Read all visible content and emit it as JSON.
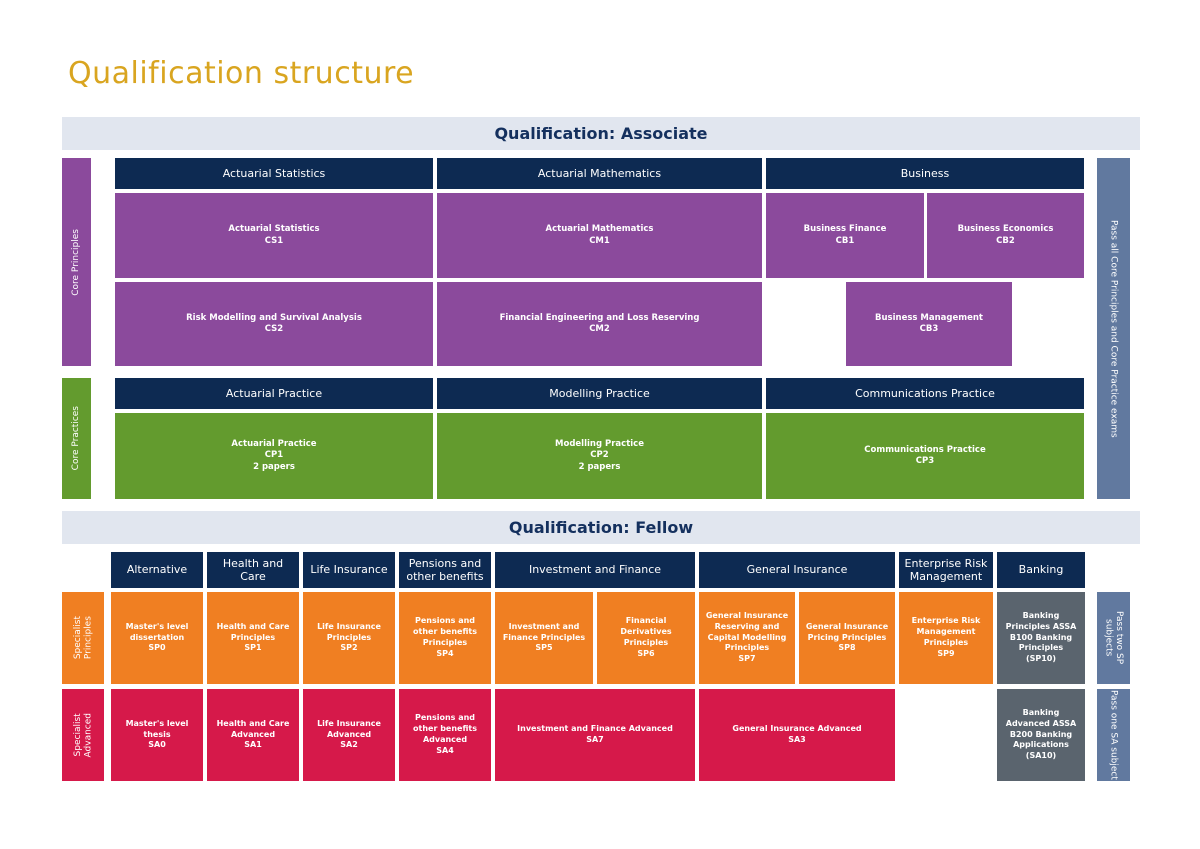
{
  "page": {
    "title": "Qualification structure",
    "title_color": "#D9A520"
  },
  "colors": {
    "header_band": "#E1E6EF",
    "navy": "#0D2A52",
    "purple": "#8B4A9C",
    "green": "#639B2E",
    "orange": "#F07F22",
    "red": "#D6194A",
    "grey": "#5A646E",
    "slate": "#61799F"
  },
  "associate": {
    "band_title": "Qualification: Associate",
    "side_label_core_principles": "Core Principles",
    "side_label_core_practices": "Core Practices",
    "right_bar_label": "Pass all Core Principles and Core Practice exams",
    "core_principles_headers": [
      "Actuarial Statistics",
      "Actuarial Mathematics",
      "Business"
    ],
    "core_principles_cells": [
      {
        "name": "Actuarial Statistics",
        "code": "CS1"
      },
      {
        "name": "Risk Modelling and Survival Analysis",
        "code": "CS2"
      },
      {
        "name": "Actuarial Mathematics",
        "code": "CM1"
      },
      {
        "name": "Financial Engineering and Loss Reserving",
        "code": "CM2"
      },
      {
        "name": "Business Finance",
        "code": "CB1"
      },
      {
        "name": "Business Economics",
        "code": "CB2"
      },
      {
        "name": "Business Management",
        "code": "CB3"
      }
    ],
    "core_practices_headers": [
      "Actuarial Practice",
      "Modelling Practice",
      "Communications Practice"
    ],
    "core_practices_cells": [
      {
        "name": "Actuarial Practice",
        "code": "CP1",
        "papers": "2 papers"
      },
      {
        "name": "Modelling Practice",
        "code": "CP2",
        "papers": "2 papers"
      },
      {
        "name": "Communications Practice",
        "code": "CP3",
        "papers": ""
      }
    ]
  },
  "fellow": {
    "band_title": "Qualification: Fellow",
    "side_label_specialist_principles": "Specialist\nPrinciples",
    "side_label_specialist_advanced": "Specialist\nAdvanced",
    "right_bar_sp_label": "Pass two SP subjects",
    "right_bar_sa_label": "Pass one SA subject",
    "column_headers": [
      "Alternative",
      "Health and Care",
      "Life Insurance",
      "Pensions and\nother benefits",
      "Investment and Finance",
      "General Insurance",
      "Enterprise Risk\nManagement",
      "Banking"
    ],
    "specialist_principles": [
      {
        "label": "Master's level\ndissertation\nSP0",
        "color": "orange"
      },
      {
        "label": "Health and Care\nPrinciples\nSP1",
        "color": "orange"
      },
      {
        "label": "Life Insurance\nPrinciples\nSP2",
        "color": "orange"
      },
      {
        "label": "Pensions and\nother benefits\nPrinciples\nSP4",
        "color": "orange"
      },
      {
        "label": "Investment and\nFinance Principles\nSP5",
        "color": "orange"
      },
      {
        "label": "Financial\nDerivatives\nPrinciples\nSP6",
        "color": "orange"
      },
      {
        "label": "General Insurance\nReserving and\nCapital Modelling\nPrinciples\nSP7",
        "color": "orange"
      },
      {
        "label": "General Insurance\nPricing Principles\nSP8",
        "color": "orange"
      },
      {
        "label": "Enterprise Risk\nManagement\nPrinciples\nSP9",
        "color": "orange"
      },
      {
        "label": "Banking\nPrinciples ASSA\nB100 Banking\nPrinciples\n(SP10)",
        "color": "grey"
      }
    ],
    "specialist_advanced": [
      {
        "label": "Master's level\nthesis\nSA0",
        "color": "red"
      },
      {
        "label": "Health and Care\nAdvanced\nSA1",
        "color": "red"
      },
      {
        "label": "Life Insurance\nAdvanced\nSA2",
        "color": "red"
      },
      {
        "label": "Pensions and\nother benefits\nAdvanced\nSA4",
        "color": "red"
      },
      {
        "label": "Investment and Finance Advanced\nSA7",
        "color": "red"
      },
      {
        "label": "General Insurance Advanced\nSA3",
        "color": "red"
      },
      {
        "label": "Banking\nAdvanced ASSA\nB200 Banking\nApplications\n(SA10)",
        "color": "grey"
      }
    ]
  }
}
